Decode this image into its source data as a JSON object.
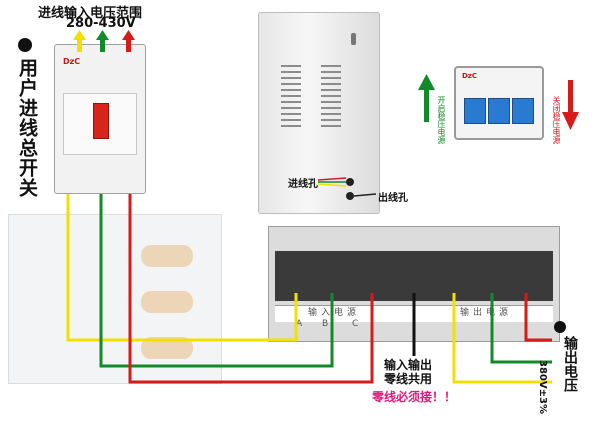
{
  "input_range": {
    "title": "进线输入电压范围",
    "voltage": "280-430V"
  },
  "main_switch_label": "用户进线总开关",
  "breaker_brand": "DzC",
  "open_label": "开启稳压电源",
  "close_label": "关闭稳压电源",
  "wire_in_label": "进线孔",
  "wire_out_label": "出线孔",
  "terminal_labels": {
    "input": "输入电源",
    "output": "输出电源"
  },
  "terminal_letters": [
    "A",
    "B",
    "C"
  ],
  "neutral_note": "输入输出\n零线共用",
  "neutral_warning": "零线必须接！！",
  "output_label": "输出电压",
  "output_voltage": "380V±3%",
  "colors": {
    "red": "#d71a1a",
    "green": "#138a2a",
    "yellow": "#f2e000",
    "black": "#111111",
    "warning": "#e0197d"
  }
}
